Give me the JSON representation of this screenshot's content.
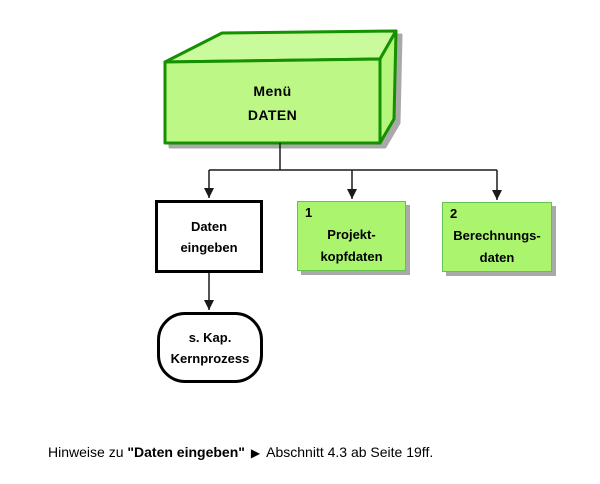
{
  "diagram": {
    "menu_box": {
      "label_line1": "Menü",
      "label_line2": "DATEN"
    },
    "nodes": {
      "daten_eingeben": {
        "line1": "Daten",
        "line2": "eingeben"
      },
      "projektkopfdaten": {
        "number": "1",
        "line1": "Projekt-",
        "line2": "kopfdaten"
      },
      "berechnungsdaten": {
        "number": "2",
        "line1": "Berechnungs-",
        "line2": "daten"
      },
      "kernprozess": {
        "line1": "s. Kap.",
        "line2": "Kernprozess"
      }
    },
    "colors": {
      "background": "#ffffff",
      "text": "#000000",
      "menu_front": "#bdf887",
      "menu_top": "#c9fa9b",
      "menu_side": "#b5f77c",
      "menu_border": "#149000",
      "node_fill": "#aaf46e",
      "node_border": "#66c24e",
      "process_fill": "#ffffff",
      "process_border": "#000000",
      "shadow": "#a9a9a9",
      "line": "#1a1a1a"
    }
  },
  "caption": {
    "prefix": "Hinweise zu ",
    "highlight": "\"Daten eingeben\"",
    "pointer": "▶",
    "suffix": "Abschnitt 4.3 ab Seite 19ff."
  }
}
